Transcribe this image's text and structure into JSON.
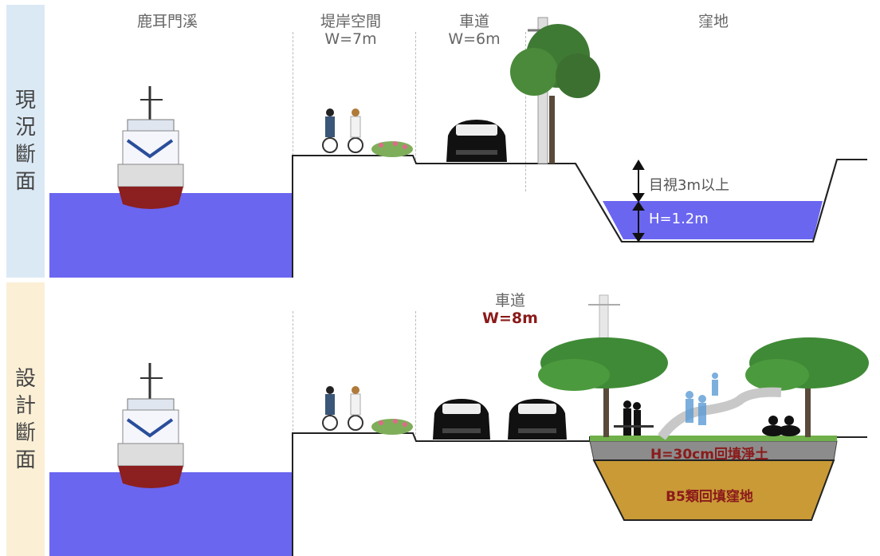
{
  "sections": {
    "current": [
      "現",
      "況",
      "斷",
      "面"
    ],
    "design": [
      "設",
      "計",
      "斷",
      "面"
    ]
  },
  "top_labels": {
    "creek": "鹿耳門溪",
    "embankment": "堤岸空間",
    "embankment_width": "W=7m",
    "road": "車道",
    "road_width": "W=6m",
    "depression": "窪地"
  },
  "top_annotations": {
    "visual": "目視3m以上",
    "water_depth": "H=1.2m"
  },
  "bottom_labels": {
    "road": "車道",
    "road_width": "W=8m",
    "soil_layer": "H=30cm回填淨土",
    "fill_layer": "B5類回填窪地"
  },
  "colors": {
    "water": "#6a66f0",
    "soil": "#8c8c8c",
    "fill": "#c99a36",
    "grass": "#6fb04a",
    "label_red": "#8b1a1a"
  }
}
